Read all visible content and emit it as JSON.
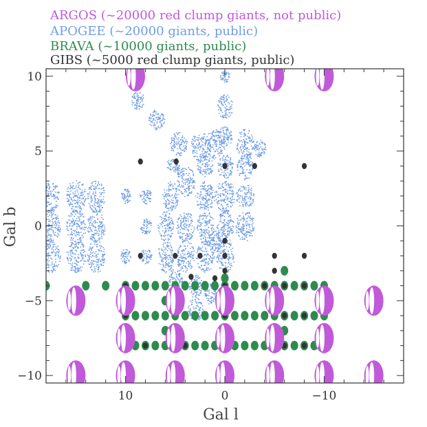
{
  "chart_data": {
    "type": "scatter",
    "xlabel": "Gal l",
    "ylabel": "Gal b",
    "xlim": [
      18,
      -18
    ],
    "ylim": [
      -10.5,
      10.5
    ],
    "xticks": [
      10,
      0,
      -10
    ],
    "xtick_labels": [
      "10",
      "0",
      "−10"
    ],
    "yticks": [
      10,
      5,
      0,
      -5,
      -10
    ],
    "ytick_labels": [
      "10",
      "5",
      "0",
      "−5",
      "−10"
    ],
    "grid": false,
    "legend_placement": "top-left, above plot",
    "series": [
      {
        "name": "ARGOS (~20000 red clump giants, not public)",
        "color": "#c05ad8",
        "marker": "striped-ellipse",
        "points": [
          [
            9,
            10
          ],
          [
            -5,
            10
          ],
          [
            -10,
            10
          ],
          [
            15,
            -5
          ],
          [
            10,
            -5
          ],
          [
            5,
            -5
          ],
          [
            0,
            -5
          ],
          [
            -5,
            -5
          ],
          [
            -10,
            -5
          ],
          [
            -15,
            -5
          ],
          [
            10,
            -7.5
          ],
          [
            5,
            -7.5
          ],
          [
            0,
            -7.5
          ],
          [
            -5,
            -7.5
          ],
          [
            -10,
            -7.5
          ],
          [
            15,
            -10
          ],
          [
            10,
            -10
          ],
          [
            5,
            -10
          ],
          [
            0,
            -10
          ],
          [
            -5,
            -10
          ],
          [
            -10,
            -10
          ],
          [
            -15,
            -10
          ]
        ]
      },
      {
        "name": "APOGEE (~20000 giants, public)",
        "color": "#6f9de6",
        "marker": "dot-cloud",
        "fields": [
          [
            0,
            10,
            0.5,
            0.4
          ],
          [
            0,
            8,
            0.8,
            0.8
          ],
          [
            0,
            6,
            0.7,
            0.7
          ],
          [
            8.8,
            8.4,
            0.7,
            0.6
          ],
          [
            6.9,
            7.1,
            0.8,
            0.7
          ],
          [
            4.7,
            5.5,
            0.9,
            0.8
          ],
          [
            2.5,
            5.3,
            1.0,
            1.0
          ],
          [
            1.0,
            5.5,
            1.0,
            1.0
          ],
          [
            -2.0,
            5.5,
            0.9,
            1.0
          ],
          [
            -3.5,
            5.2,
            0.6,
            0.6
          ],
          [
            5.2,
            4.1,
            0.7,
            0.5
          ],
          [
            2.0,
            4.0,
            0.8,
            0.7
          ],
          [
            0.0,
            4.0,
            0.8,
            0.8
          ],
          [
            -2.0,
            4.0,
            0.8,
            0.9
          ],
          [
            17.5,
            2.0,
            0.8,
            1.0
          ],
          [
            15.0,
            2.0,
            1.0,
            1.1
          ],
          [
            13.0,
            2.0,
            0.9,
            1.1
          ],
          [
            10.0,
            2.0,
            0.5,
            0.5
          ],
          [
            8.0,
            2.0,
            0.6,
            0.5
          ],
          [
            5.5,
            2.0,
            0.8,
            1.0
          ],
          [
            4.0,
            3.0,
            1.0,
            1.0
          ],
          [
            2.0,
            2.0,
            1.0,
            1.0
          ],
          [
            0.0,
            2.0,
            1.0,
            1.1
          ],
          [
            -2.0,
            2.0,
            0.9,
            0.8
          ],
          [
            17.5,
            0.0,
            0.9,
            1.1
          ],
          [
            15.0,
            0.0,
            1.0,
            1.1
          ],
          [
            13.0,
            0.0,
            0.9,
            1.1
          ],
          [
            8.0,
            0.0,
            0.6,
            0.5
          ],
          [
            6.0,
            0.0,
            0.8,
            1.0
          ],
          [
            4.0,
            0.0,
            0.9,
            1.0
          ],
          [
            2.0,
            0.0,
            0.9,
            1.0
          ],
          [
            0.0,
            0.0,
            0.9,
            1.1
          ],
          [
            -2.0,
            0.0,
            1.0,
            1.0
          ],
          [
            1.0,
            -1.0,
            0.7,
            0.7
          ],
          [
            17.5,
            -2.0,
            0.9,
            1.1
          ],
          [
            15.0,
            -2.0,
            1.0,
            1.1
          ],
          [
            13.0,
            -2.0,
            0.9,
            1.1
          ],
          [
            10.0,
            -2.0,
            0.5,
            0.5
          ],
          [
            8.0,
            -2.0,
            0.6,
            0.5
          ],
          [
            6.0,
            -2.0,
            0.8,
            1.1
          ],
          [
            4.0,
            -2.0,
            0.9,
            1.1
          ],
          [
            2.0,
            -2.0,
            0.9,
            1.1
          ],
          [
            0.0,
            -2.0,
            0.9,
            1.1
          ],
          [
            5.0,
            -3.6,
            0.7,
            0.8
          ],
          [
            3.0,
            -4.0,
            0.7,
            0.8
          ],
          [
            1.5,
            -4.5,
            0.6,
            0.7
          ],
          [
            3.0,
            -5.5,
            0.8,
            0.8
          ],
          [
            5.0,
            -10.0,
            0.4,
            0.4
          ]
        ]
      },
      {
        "name": "BRAVA (~10000 giants, public)",
        "color": "#2e8b4e",
        "marker": "filled-ellipse",
        "points": [
          [
            18,
            -4
          ],
          [
            14,
            -4
          ],
          [
            12,
            -4
          ],
          [
            10,
            -4
          ],
          [
            9,
            -4
          ],
          [
            8,
            -4
          ],
          [
            7,
            -4
          ],
          [
            6,
            -4
          ],
          [
            5,
            -4
          ],
          [
            4,
            -4
          ],
          [
            3,
            -4
          ],
          [
            2,
            -4
          ],
          [
            1,
            -4
          ],
          [
            0,
            -4
          ],
          [
            -1,
            -4
          ],
          [
            -2,
            -4
          ],
          [
            -3,
            -4
          ],
          [
            -4,
            -4
          ],
          [
            -5,
            -4
          ],
          [
            -6,
            -4
          ],
          [
            -7,
            -4
          ],
          [
            -8,
            -4
          ],
          [
            -9,
            -4
          ],
          [
            -10,
            -4
          ],
          [
            10,
            -6
          ],
          [
            9,
            -6
          ],
          [
            8,
            -6
          ],
          [
            7,
            -6
          ],
          [
            6,
            -6
          ],
          [
            5,
            -6
          ],
          [
            4,
            -6
          ],
          [
            3,
            -6
          ],
          [
            2,
            -6
          ],
          [
            1,
            -6
          ],
          [
            0,
            -6
          ],
          [
            -1,
            -6
          ],
          [
            -2,
            -6
          ],
          [
            -3,
            -6
          ],
          [
            -4,
            -6
          ],
          [
            -5,
            -6
          ],
          [
            -6,
            -6
          ],
          [
            -7,
            -6
          ],
          [
            -8,
            -6
          ],
          [
            -9,
            -6
          ],
          [
            -10,
            -6
          ],
          [
            10,
            -8
          ],
          [
            9,
            -8
          ],
          [
            8,
            -8
          ],
          [
            7,
            -8
          ],
          [
            6,
            -8
          ],
          [
            5,
            -8
          ],
          [
            4,
            -8
          ],
          [
            3,
            -8
          ],
          [
            2,
            -8
          ],
          [
            1,
            -8
          ],
          [
            0,
            -8
          ],
          [
            -1,
            -8
          ],
          [
            -2,
            -8
          ],
          [
            -3,
            -8
          ],
          [
            -4,
            -8
          ],
          [
            -5,
            -8
          ],
          [
            -6,
            -8
          ],
          [
            -7,
            -8
          ],
          [
            -8,
            -8
          ],
          [
            -9,
            -8
          ],
          [
            -10,
            -8
          ],
          [
            -6,
            -3
          ],
          [
            0,
            -3.5
          ],
          [
            6,
            -5
          ],
          [
            6,
            -7
          ],
          [
            -6,
            -7
          ]
        ]
      },
      {
        "name": "GIBS (~5000 red clump giants, public)",
        "color": "#333333",
        "marker": "filled-ellipse",
        "points": [
          [
            8.5,
            4.3
          ],
          [
            4.9,
            4.3
          ],
          [
            0,
            4
          ],
          [
            -3,
            4
          ],
          [
            -8,
            4
          ],
          [
            0,
            -1
          ],
          [
            8.5,
            -2
          ],
          [
            5,
            -2
          ],
          [
            2.5,
            -2
          ],
          [
            0,
            -2
          ],
          [
            -5,
            -2
          ],
          [
            -8,
            -2
          ],
          [
            0,
            -3
          ],
          [
            -5,
            -3
          ],
          [
            1,
            -3.5
          ],
          [
            3.4,
            -3.4
          ],
          [
            10,
            -4
          ],
          [
            0,
            -4
          ],
          [
            -4,
            -4
          ],
          [
            -6,
            -4
          ],
          [
            -8,
            -4
          ],
          [
            10,
            -6
          ],
          [
            0,
            -6
          ],
          [
            -6,
            -6
          ],
          [
            -8,
            -6
          ],
          [
            8,
            -8
          ],
          [
            4,
            -8
          ],
          [
            0,
            -8
          ],
          [
            -6,
            -8
          ],
          [
            -8,
            -8
          ]
        ]
      }
    ]
  }
}
